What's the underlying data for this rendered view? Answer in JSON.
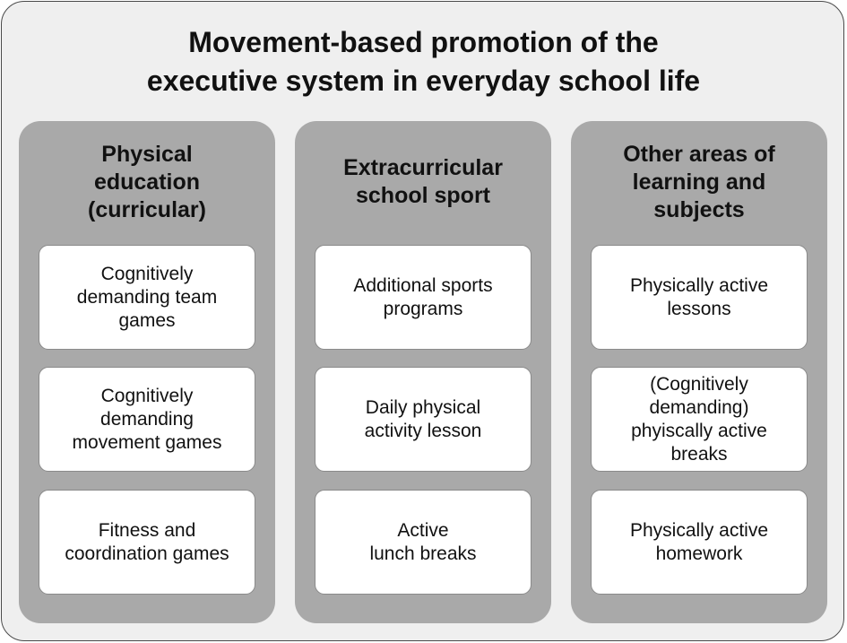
{
  "title": {
    "line1": "Movement-based promotion of the",
    "line2": "executive system in everyday school life"
  },
  "columns": [
    {
      "header": [
        "Physical",
        "education",
        "(curricular)"
      ],
      "items": [
        [
          "Cognitively",
          "demanding team",
          "games"
        ],
        [
          "Cognitively",
          "demanding",
          "movement games"
        ],
        [
          "Fitness and",
          "coordination games"
        ]
      ]
    },
    {
      "header": [
        "Extracurricular",
        "school sport"
      ],
      "items": [
        [
          "Additional sports",
          "programs"
        ],
        [
          "Daily physical",
          "activity lesson"
        ],
        [
          "Active",
          "lunch breaks"
        ]
      ]
    },
    {
      "header": [
        "Other areas of",
        "learning and",
        "subjects"
      ],
      "items": [
        [
          "Physically active",
          "lessons"
        ],
        [
          "(Cognitively",
          "demanding)",
          "phyiscally active",
          "breaks"
        ],
        [
          "Physically active",
          "homework"
        ]
      ]
    }
  ]
}
